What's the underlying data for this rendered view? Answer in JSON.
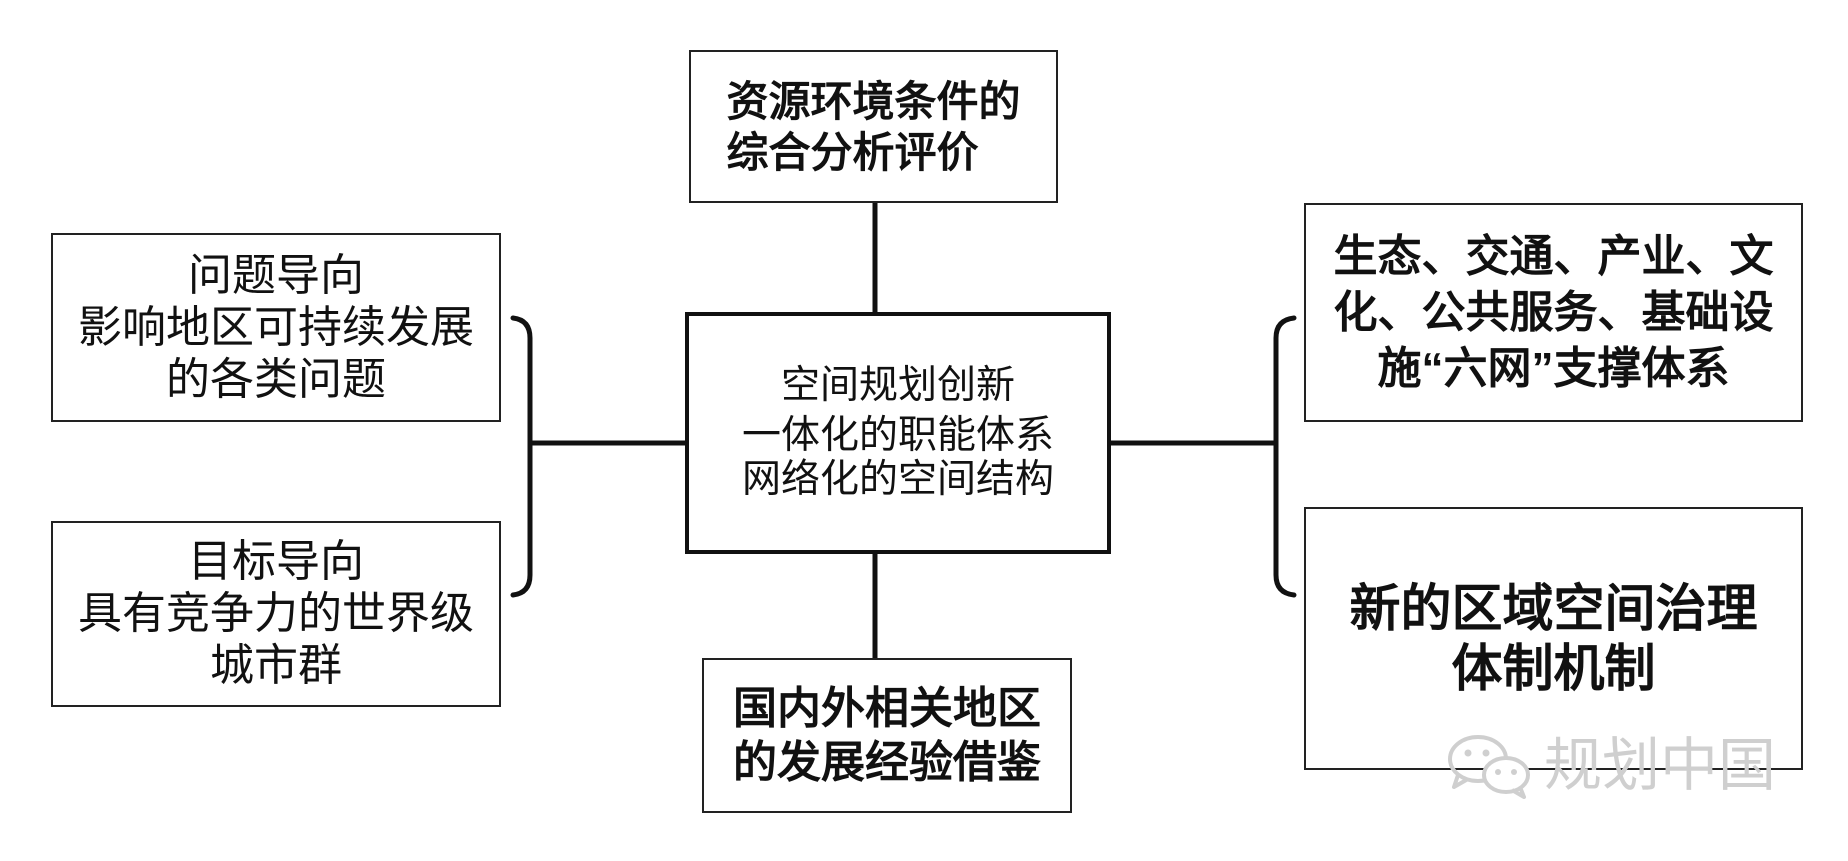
{
  "top_box": {
    "lines": [
      "资源环境条件的",
      "综合分析评价"
    ]
  },
  "center_box": {
    "title": "空间规划创新",
    "lines": [
      "一体化的职能体系",
      "网络化的空间结构"
    ]
  },
  "bottom_box": {
    "lines": [
      "国内外相关地区",
      "的发展经验借鉴"
    ]
  },
  "left_boxes": [
    {
      "title": "问题导向",
      "lines": [
        "影响地区可持续发展",
        "的各类问题"
      ]
    },
    {
      "title": "目标导向",
      "lines": [
        "具有竞争力的世界级",
        "城市群"
      ]
    }
  ],
  "right_boxes": [
    {
      "lines": [
        "生态、交通、产业、文",
        "化、公共服务、基础设",
        "施“六网”支撑体系"
      ]
    },
    {
      "lines": [
        "新的区域空间治理",
        "体制机制"
      ]
    }
  ],
  "watermark": {
    "text": "规划中国",
    "icon": "wechat-icon"
  },
  "colors": {
    "line": "#111111",
    "border": "#222222",
    "watermark": "#cfcfcf"
  }
}
